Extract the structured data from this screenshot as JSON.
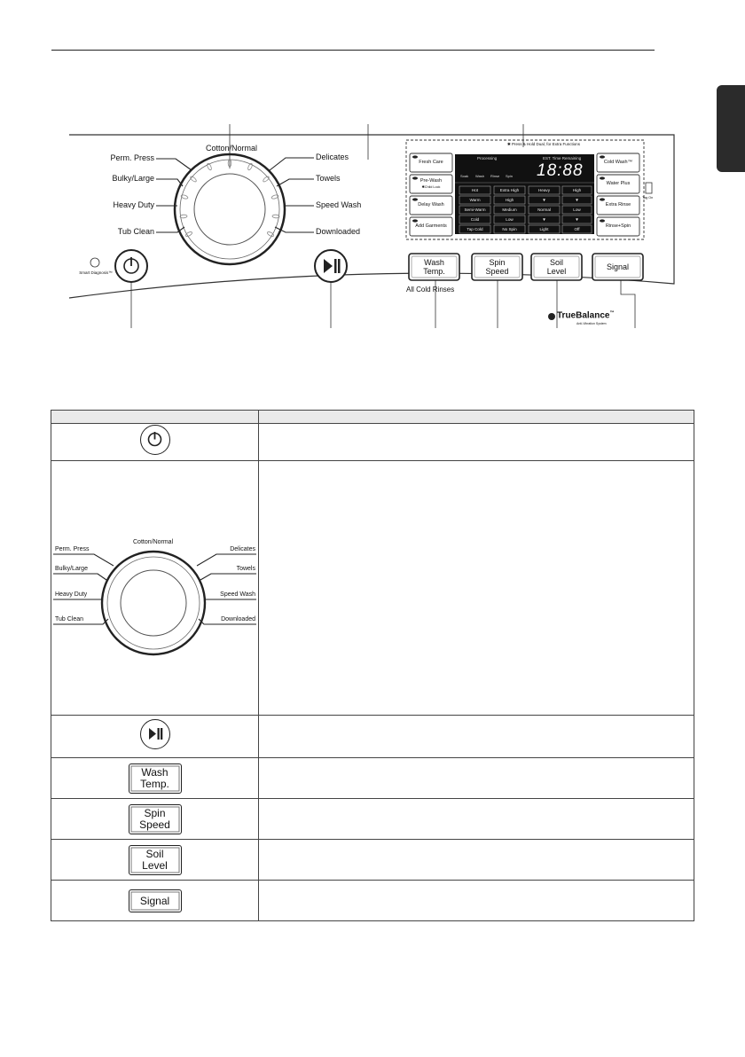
{
  "panel": {
    "cycles_left": [
      "Perm. Press",
      "Bulky/Large",
      "Heavy Duty",
      "Tub Clean"
    ],
    "cycle_top": "Cotton/Normal",
    "cycles_right": [
      "Delicates",
      "Towels",
      "Speed Wash",
      "Downloaded"
    ],
    "smart_diagnosis": "Smart Diagnosis™",
    "note": "✱ Press & Hold Dual, for Extra Functions",
    "display": {
      "processing": "Processing",
      "est_time": "EST. Time Remaining",
      "stages": [
        "Soak",
        "Wash",
        "Rinse",
        "Spin"
      ],
      "digits": "18:88"
    },
    "left_options": [
      "Fresh Care",
      "Pre-Wash",
      "Delay Wash",
      "Add Garments"
    ],
    "child_lock": "✱Child Lock",
    "right_options": [
      "Cold Wash™",
      "Water Plus",
      "Extra Rinse",
      "Rinse+Spin"
    ],
    "tag_on": "Tag On",
    "grid": [
      [
        "Hot",
        "Extra High",
        "Heavy",
        "High"
      ],
      [
        "Warm",
        "High",
        "▼",
        "▼"
      ],
      [
        "Semi-Warm",
        "Medium",
        "Normal",
        "Low"
      ],
      [
        "Cold",
        "Low",
        "▼",
        "▼"
      ],
      [
        "Tap Cold",
        "No Spin",
        "Light",
        "Off"
      ]
    ],
    "buttons": [
      {
        "line1": "Wash",
        "line2": "Temp."
      },
      {
        "line1": "Spin",
        "line2": "Speed"
      },
      {
        "line1": "Soil",
        "line2": "Level"
      },
      {
        "line1": "Signal",
        "line2": ""
      }
    ],
    "all_cold_rinses": "All Cold Rinses",
    "brand": "TrueBalance",
    "brand_tm": "™",
    "brand_sub": "Anti-Vibration System"
  },
  "table": {
    "header": [
      "",
      ""
    ],
    "dial_labels_left": [
      "Perm. Press",
      "Bulky/Large",
      "Heavy Duty",
      "Tub Clean"
    ],
    "dial_top": "Cotton/Normal",
    "dial_labels_right": [
      "Delicates",
      "Towels",
      "Speed Wash",
      "Downloaded"
    ],
    "buttons": [
      {
        "line1": "Wash",
        "line2": "Temp."
      },
      {
        "line1": "Spin",
        "line2": "Speed"
      },
      {
        "line1": "Soil",
        "line2": "Level"
      },
      {
        "line1": "Signal",
        "line2": ""
      }
    ]
  }
}
